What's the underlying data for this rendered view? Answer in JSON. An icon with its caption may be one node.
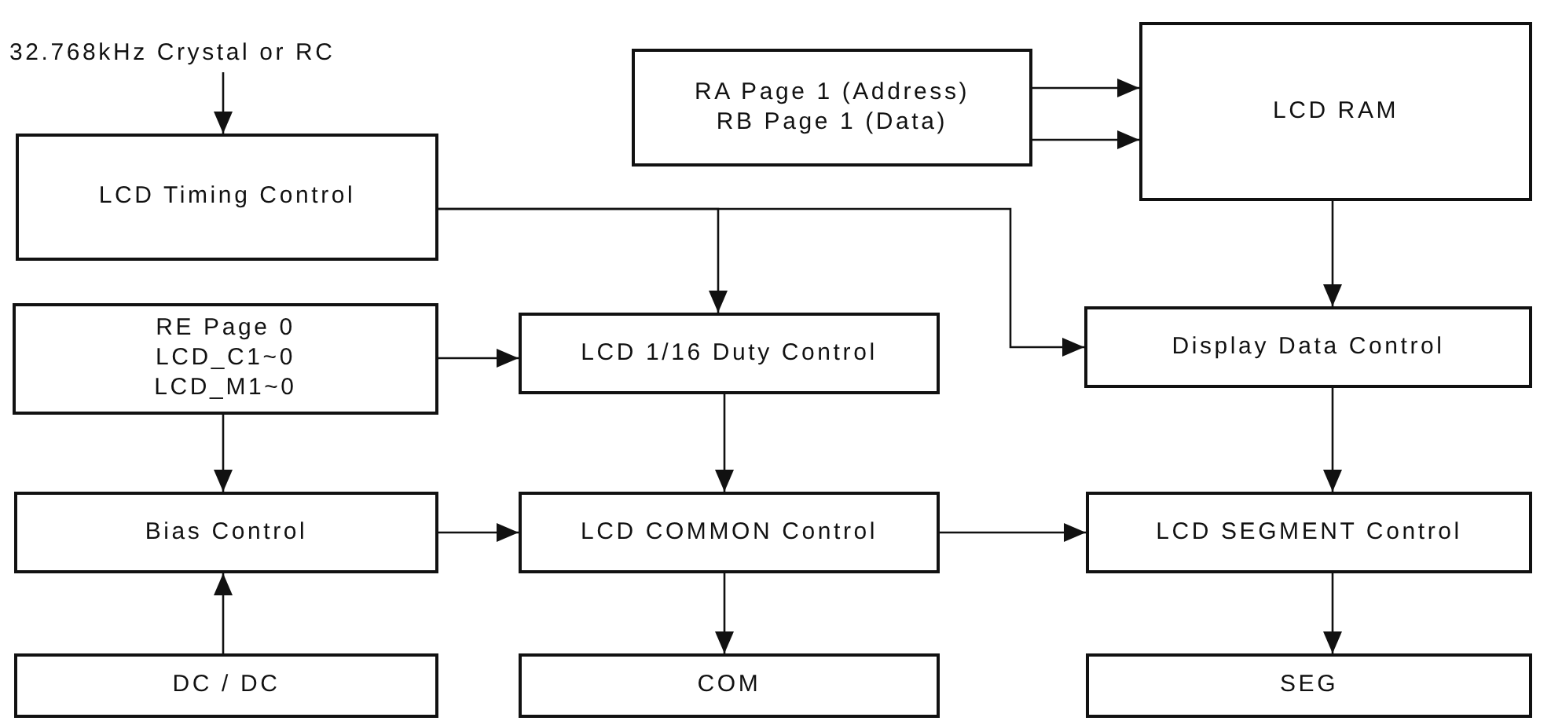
{
  "diagram": {
    "nodes": [
      {
        "text": [
          "32.768kHz Crystal or RC"
        ]
      },
      {
        "text": [
          "LCD Timing Control"
        ]
      },
      {
        "text": [
          "RA Page 1 (Address)",
          "RB Page 1 (Data)"
        ]
      },
      {
        "text": [
          "LCD RAM"
        ]
      },
      {
        "text": [
          "RE Page 0",
          "LCD_C1~0",
          "LCD_M1~0"
        ]
      },
      {
        "text": [
          "LCD 1/16 Duty Control"
        ]
      },
      {
        "text": [
          "Display Data Control"
        ]
      },
      {
        "text": [
          "Bias Control"
        ]
      },
      {
        "text": [
          "LCD COMMON Control"
        ]
      },
      {
        "text": [
          "LCD SEGMENT Control"
        ]
      },
      {
        "text": [
          "DC / DC"
        ]
      },
      {
        "text": [
          "COM"
        ]
      },
      {
        "text": [
          "SEG"
        ]
      }
    ],
    "edges": [
      {
        "from": 0,
        "to": 1,
        "arrow": "to"
      },
      {
        "from": 2,
        "to": 3,
        "arrow": "to"
      },
      {
        "from": 2,
        "to": 3,
        "arrow": "to"
      },
      {
        "from": 1,
        "to": 5,
        "arrow": "to"
      },
      {
        "from": 1,
        "to": 6,
        "arrow": "to"
      },
      {
        "from": 3,
        "to": 6,
        "arrow": "to"
      },
      {
        "from": 4,
        "to": 5,
        "arrow": "to"
      },
      {
        "from": 4,
        "to": 7,
        "arrow": "to"
      },
      {
        "from": 5,
        "to": 8,
        "arrow": "to"
      },
      {
        "from": 6,
        "to": 9,
        "arrow": "to"
      },
      {
        "from": 10,
        "to": 7,
        "arrow": "to"
      },
      {
        "from": 7,
        "to": 8,
        "arrow": "to"
      },
      {
        "from": 8,
        "to": 9,
        "arrow": "to"
      },
      {
        "from": 8,
        "to": 11,
        "arrow": "to"
      },
      {
        "from": 9,
        "to": 12,
        "arrow": "to"
      }
    ]
  }
}
